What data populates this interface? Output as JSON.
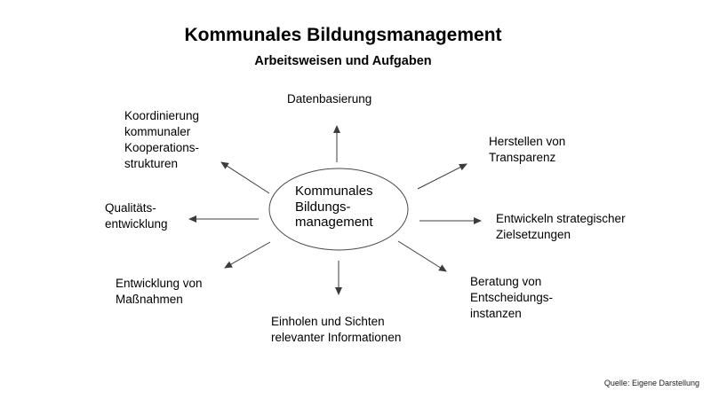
{
  "header": {
    "title": "Kommunales Bildungsmanagement",
    "subtitle": "Arbeitsweisen und Aufgaben"
  },
  "diagram": {
    "center_label": "Kommunales\nBildungs-\nmanagement",
    "nodes": [
      {
        "id": "datenbasierung",
        "label": "Datenbasierung"
      },
      {
        "id": "herstellen-von-transparenz",
        "label": "Herstellen von\nTransparenz"
      },
      {
        "id": "entwickeln-strategischer-zielsetzungen",
        "label": "Entwickeln strategischer\nZielsetzungen"
      },
      {
        "id": "beratung-von-entscheidungsinstanzen",
        "label": "Beratung von\nEntscheidungs-\ninstanzen"
      },
      {
        "id": "einholen-und-sichten",
        "label": "Einholen und Sichten\nrelevanter Informationen"
      },
      {
        "id": "entwicklung-von-massnahmen",
        "label": "Entwicklung von\nMaßnahmen"
      },
      {
        "id": "qualitaetsentwicklung",
        "label": "Qualitäts-\nentwicklung"
      },
      {
        "id": "koordinierung-kommunaler-kooperationsstrukturen",
        "label": "Koordinierung\nkommunaler\nKooperations-\nstrukturen"
      }
    ]
  },
  "footer": {
    "source": "Quelle: Eigene Darstellung"
  },
  "colors": {
    "text": "#000000",
    "line": "#3c3c3c",
    "ellipse_stroke": "#4a4a4a",
    "background": "#ffffff"
  }
}
